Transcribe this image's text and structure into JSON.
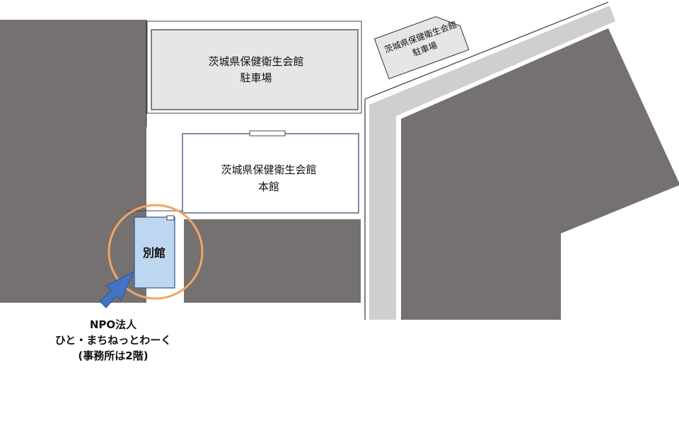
{
  "map": {
    "colors": {
      "block": "#757171",
      "road": "#d0cece",
      "parking_fill": "#e7e6e6",
      "main_building_border": "#2f3f6b",
      "annex_fill": "#bdd7ee",
      "annex_border": "#2f5597",
      "highlight_circle": "#f4a460",
      "arrow": "#4472c4"
    },
    "parking_main": {
      "line1": "茨城県保健衛生会館",
      "line2": "駐車場"
    },
    "parking_small": {
      "line1": "茨城県保健衛生会館",
      "line2": "駐車場"
    },
    "main_building": {
      "line1": "茨城県保健衛生会館",
      "line2": "本館"
    },
    "annex": {
      "label": "別館"
    },
    "caption": {
      "line1": "NPO法人",
      "line2": "ひと・まちねっとわーく",
      "line3": "(事務所は2階)"
    },
    "icons": [
      "pointer-arrow-icon",
      "highlight-circle"
    ]
  }
}
